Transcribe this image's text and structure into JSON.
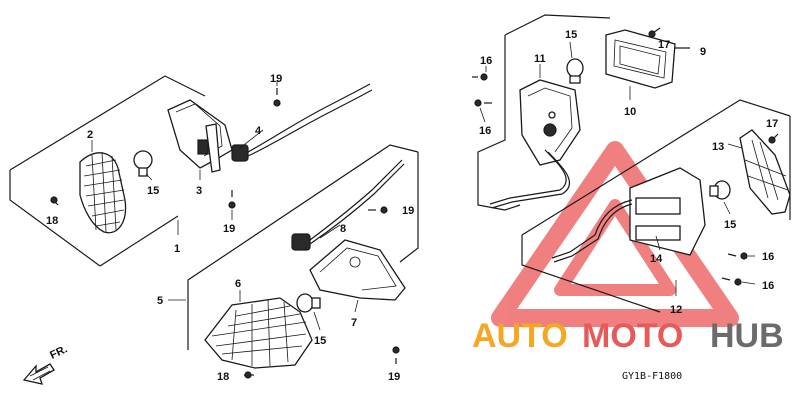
{
  "diagram_code": "GY1B-F1800",
  "direction_label": "FR.",
  "watermark": {
    "word1": "AUTO",
    "word2": "MOTO",
    "word3": "HUB",
    "color_orange": "#f5a623",
    "color_red": "#e85a5a",
    "color_gray": "#6b6b6b"
  },
  "callouts": {
    "c1": "1",
    "c2": "2",
    "c3": "3",
    "c4": "4",
    "c5": "5",
    "c6": "6",
    "c7": "7",
    "c8": "8",
    "c9": "9",
    "c10": "10",
    "c11": "11",
    "c12": "12",
    "c13": "13",
    "c14": "14",
    "c15a": "15",
    "c15b": "15",
    "c15c": "15",
    "c15d": "15",
    "c16a": "16",
    "c16b": "16",
    "c16c": "16",
    "c16d": "16",
    "c17a": "17",
    "c17b": "17",
    "c18a": "18",
    "c18b": "18",
    "c19a": "19",
    "c19b": "19",
    "c19c": "19",
    "c19d": "19"
  }
}
